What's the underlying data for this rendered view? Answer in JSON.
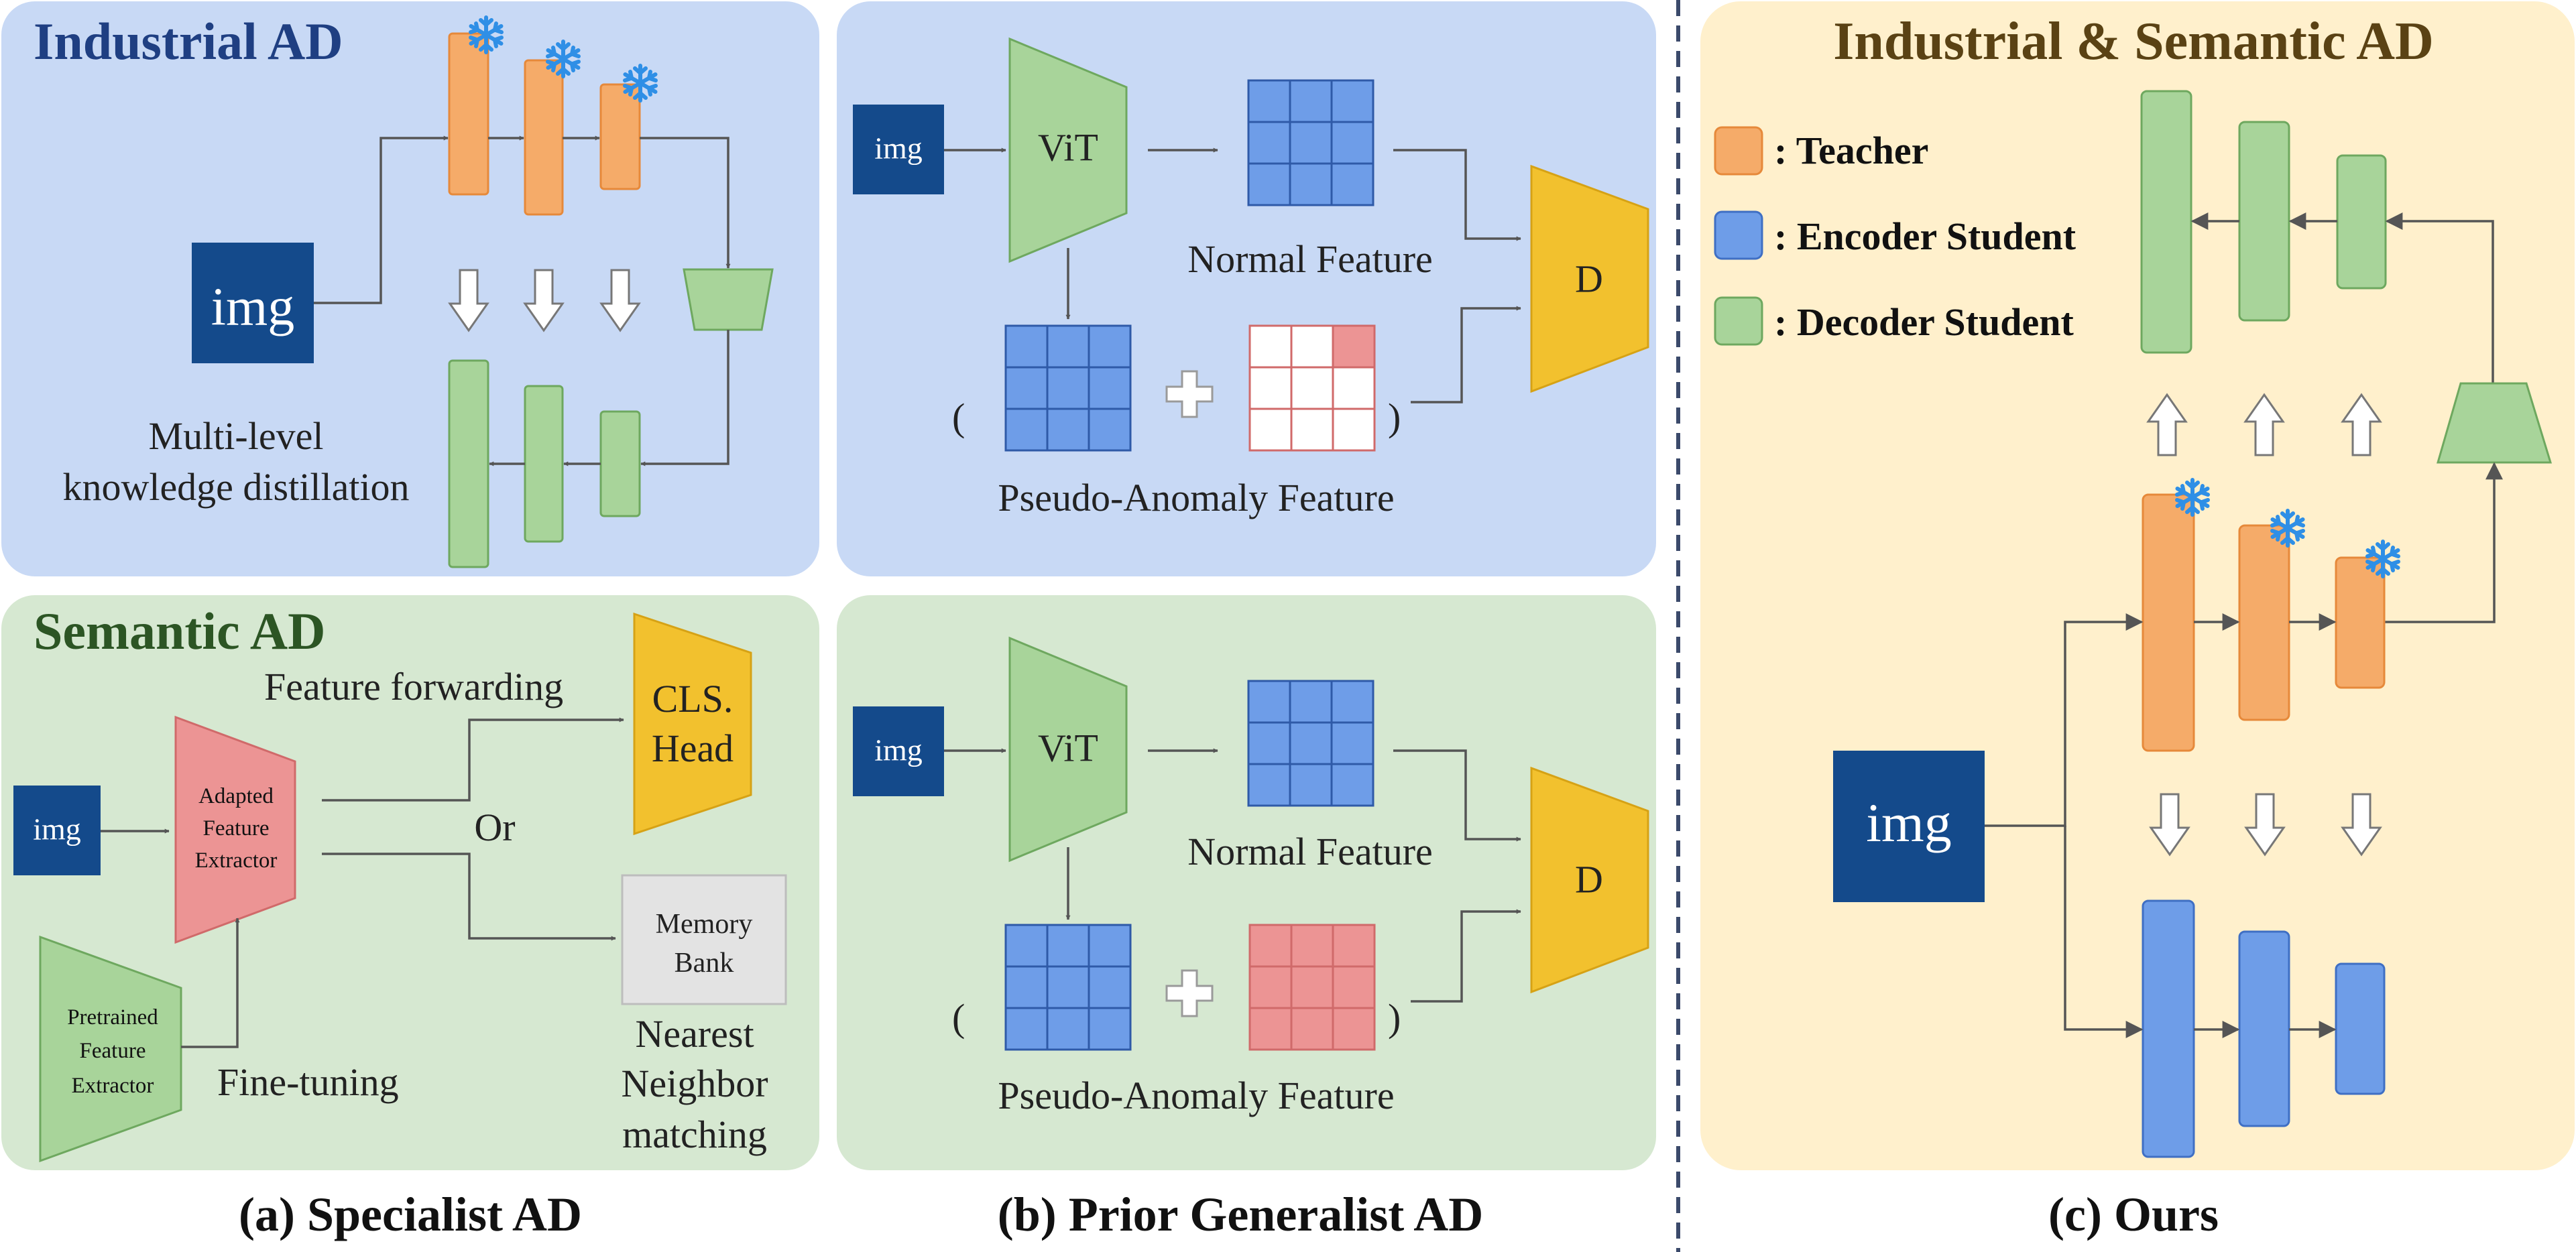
{
  "panels": {
    "industrial": {
      "title": "Industrial AD",
      "img": "img",
      "label_line1": "Multi-level",
      "label_line2": "knowledge distillation"
    },
    "semantic": {
      "title": "Semantic AD",
      "img": "img",
      "adapted_line1": "Adapted",
      "adapted_line2": "Feature",
      "adapted_line3": "Extractor",
      "pretrained_line1": "Pretrained",
      "pretrained_line2": "Feature",
      "pretrained_line3": "Extractor",
      "feature_forwarding": "Feature forwarding",
      "or": "Or",
      "cls_line1": "CLS.",
      "cls_line2": "Head",
      "memory_line1": "Memory",
      "memory_line2": "Bank",
      "nearest_line1": "Nearest",
      "nearest_line2": "Neighbor",
      "nearest_line3": "matching",
      "fine_tuning": "Fine-tuning"
    },
    "generalist_top": {
      "img": "img",
      "vit": "ViT",
      "normal_feature": "Normal Feature",
      "pseudo_feature": "Pseudo-Anomaly Feature",
      "d": "D",
      "open_paren": "(",
      "close_paren": ")"
    },
    "generalist_bottom": {
      "img": "img",
      "vit": "ViT",
      "normal_feature": "Normal Feature",
      "pseudo_feature": "Pseudo-Anomaly Feature",
      "d": "D",
      "open_paren": "(",
      "close_paren": ")"
    },
    "ours": {
      "title": "Industrial & Semantic AD",
      "img": "img",
      "legend": [
        {
          "label": ": Teacher",
          "color": "#f5ab69"
        },
        {
          "label": ": Encoder Student",
          "color": "#6e9de8"
        },
        {
          "label": ": Decoder Student",
          "color": "#a8d49a"
        }
      ]
    }
  },
  "captions": {
    "a": "(a) Specialist AD",
    "b": "(b) Prior Generalist AD",
    "c": "(c) Ours"
  },
  "colors": {
    "blue_panel": "#c8d9f5",
    "green_panel": "#d6e8d1",
    "yellow_panel": "#fff0cc",
    "teacher": "#f5ab69",
    "encoder_student": "#6e9de8",
    "decoder_student": "#a8d49a",
    "img_box": "#144a8b",
    "discriminator": "#f2c12e",
    "adapted_extractor": "#ec9494",
    "anomaly_red": "#ec9494"
  },
  "icons": [
    "snowflake-icon",
    "plus-icon",
    "down-arrow-icon"
  ]
}
